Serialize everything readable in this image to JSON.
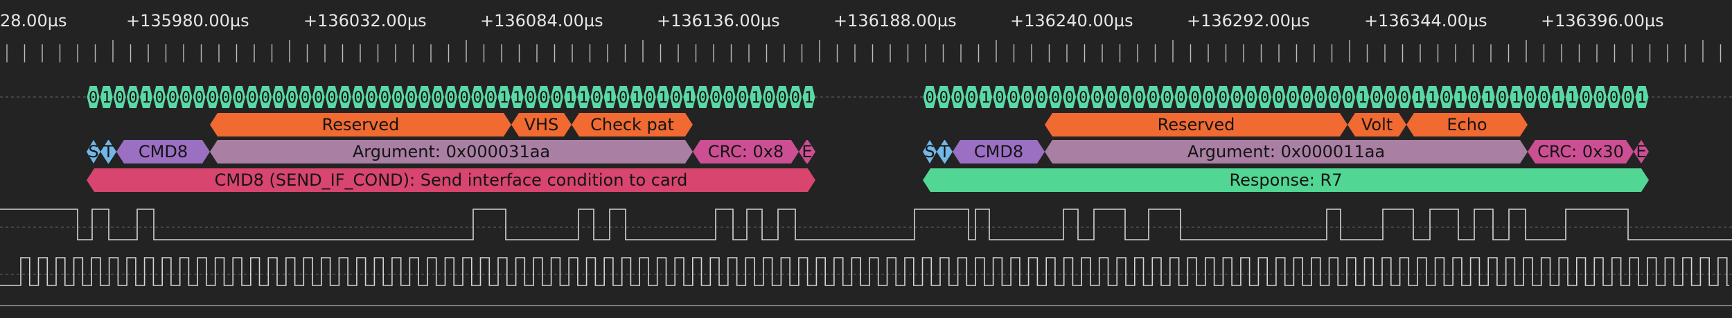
{
  "timeline": {
    "labels": [
      "28.00µs",
      "+135980.00µs",
      "+136032.00µs",
      "+136084.00µs",
      "+136136.00µs",
      "+136188.00µs",
      "+136240.00µs",
      "+136292.00µs",
      "+136344.00µs",
      "+136396.00µs"
    ]
  },
  "colors": {
    "bits": "#5ad8a6",
    "field": "#f06a32",
    "start": "#72b8e6",
    "command": "#9b6fc1",
    "argument": "#a97fa4",
    "crc": "#cc4f93",
    "end": "#d8456f",
    "annotation_cmd": "#d8456f",
    "annotation_resp": "#52d693",
    "trace": "#d4d4d4",
    "dash": "#666666"
  },
  "packets": [
    {
      "bits": "0100100000000000000000000000000110001101010101000010001",
      "fields": [
        "Reserved",
        "VHS",
        "Check pat"
      ],
      "start_label": "S",
      "transmission_label": "T",
      "command_label": "CMD8",
      "argument_label": "Argument: 0x000031aa",
      "crc_label": "CRC: 0x8",
      "end_label": "E",
      "annotation": "CMD8 (SEND_IF_COND): Send interface condition to card"
    },
    {
      "bits": "0000100000000000000000000000000100011010101001100001",
      "fields": [
        "Reserved",
        "Volt",
        "Echo"
      ],
      "start_label": "S",
      "transmission_label": "T",
      "command_label": "CMD8",
      "argument_label": "Argument: 0x000011aa",
      "crc_label": "CRC: 0x30",
      "end_label": "E",
      "annotation": "Response: R7"
    }
  ]
}
